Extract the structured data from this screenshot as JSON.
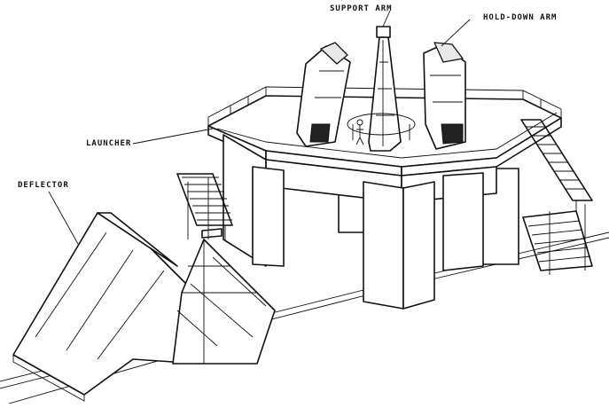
{
  "labels": {
    "support_arm": "SUPPORT ARM",
    "hold_down_arm": "HOLD-DOWN ARM",
    "launcher": "LAUNCHER",
    "deflector": "DEFLECTOR"
  }
}
